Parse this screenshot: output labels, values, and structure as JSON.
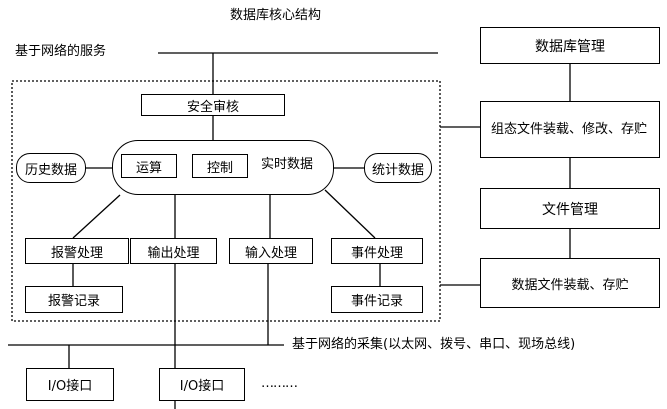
{
  "title": "数据库核心结构",
  "network_service_label": "基于网络的服务",
  "center": {
    "security": "安全审核",
    "history": "历史数据",
    "compute": "运算",
    "control": "控制",
    "realtime": "实时数据",
    "stats": "统计数据",
    "alarm_process": "报警处理",
    "output_process": "输出处理",
    "input_process": "输入处理",
    "event_process": "事件处理",
    "alarm_record": "报警记录",
    "event_record": "事件记录"
  },
  "right": {
    "db_management": "数据库管理",
    "config_load": "组态文件装载、修改、存贮",
    "file_management": "文件管理",
    "data_file_load": "数据文件装载、存贮"
  },
  "bottom": {
    "acquisition_label": "基于网络的采集(以太网、拨号、串口、现场总线)",
    "io_1": "I/O接口",
    "io_2": "I/O接口",
    "ellipsis": "………"
  }
}
